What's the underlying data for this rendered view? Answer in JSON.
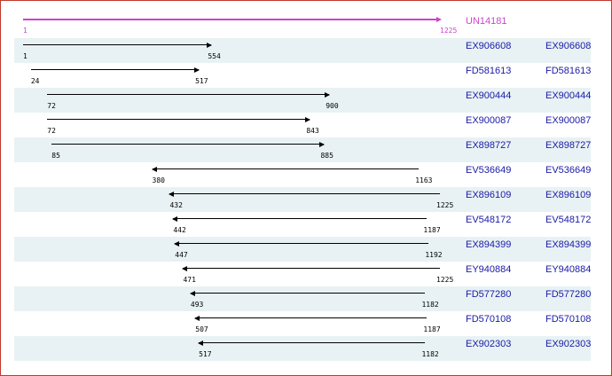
{
  "reference": {
    "label": "UN14181",
    "start": "1",
    "end": "1225",
    "color": "#cc44cc"
  },
  "accent_color": "#1a1aa6",
  "rows": [
    {
      "id": "EX906608",
      "start": "1",
      "end": "554",
      "direction": "forward"
    },
    {
      "id": "FD581613",
      "start": "24",
      "end": "517",
      "direction": "forward"
    },
    {
      "id": "EX900444",
      "start": "72",
      "end": "900",
      "direction": "forward"
    },
    {
      "id": "EX900087",
      "start": "72",
      "end": "843",
      "direction": "forward"
    },
    {
      "id": "EX898727",
      "start": "85",
      "end": "885",
      "direction": "forward"
    },
    {
      "id": "EV536649",
      "start": "380",
      "end": "1163",
      "direction": "reverse"
    },
    {
      "id": "EX896109",
      "start": "432",
      "end": "1225",
      "direction": "reverse"
    },
    {
      "id": "EV548172",
      "start": "442",
      "end": "1187",
      "direction": "reverse"
    },
    {
      "id": "EX894399",
      "start": "447",
      "end": "1192",
      "direction": "reverse"
    },
    {
      "id": "EY940884",
      "start": "471",
      "end": "1225",
      "direction": "reverse"
    },
    {
      "id": "FD577280",
      "start": "493",
      "end": "1182",
      "direction": "reverse"
    },
    {
      "id": "FD570108",
      "start": "507",
      "end": "1187",
      "direction": "reverse"
    },
    {
      "id": "EX902303",
      "start": "517",
      "end": "1182",
      "direction": "reverse"
    }
  ]
}
